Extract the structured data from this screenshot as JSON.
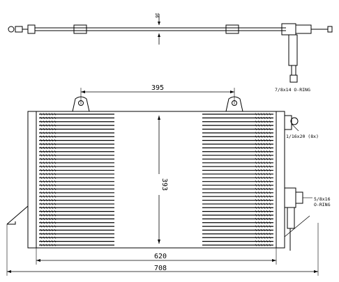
{
  "dimensions": {
    "top_thickness": "16",
    "bracket_spacing": "395",
    "core_height": "393",
    "core_width": "620",
    "overall_width": "708"
  },
  "callouts": {
    "top_fitting": "7/8x14 O-RING",
    "mid_fitting": "1/16x20 (8x)",
    "lower_fitting_line1": "5/8x16",
    "lower_fitting_line2": "O-RING"
  },
  "colors": {
    "ink": "#000000",
    "background": "#ffffff"
  },
  "fins": {
    "rows": 36
  }
}
